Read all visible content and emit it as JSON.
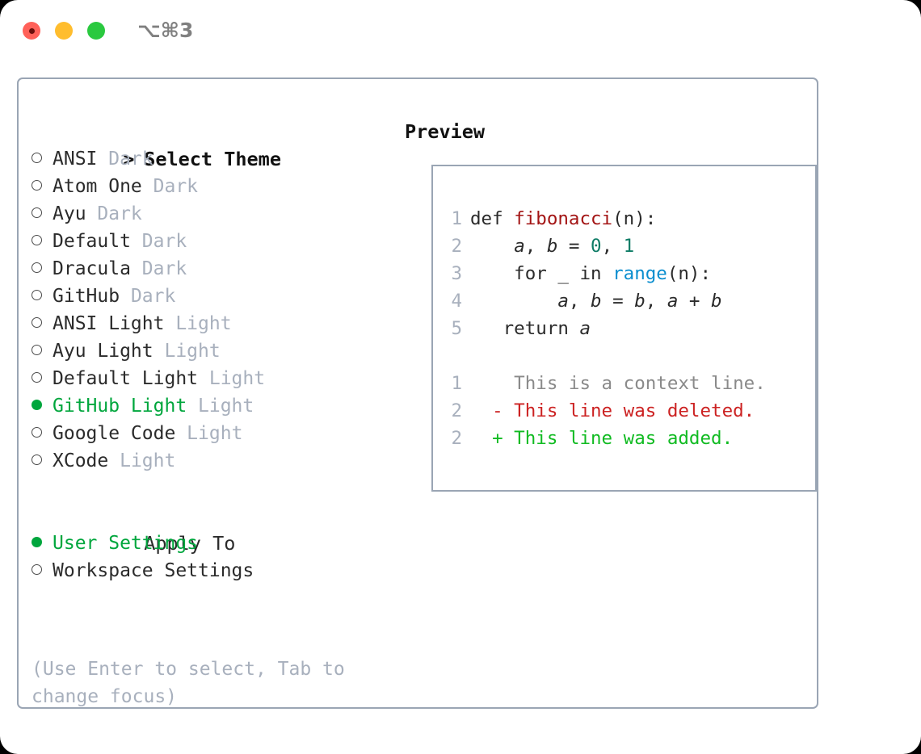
{
  "titlebar": {
    "shortcut": "⌥⌘3",
    "lights": [
      "close",
      "minimize",
      "zoom"
    ]
  },
  "theme_section": {
    "caret": ">",
    "heading": "Select Theme",
    "items": [
      {
        "name": "ANSI",
        "kind": "Dark",
        "selected": false
      },
      {
        "name": "Atom One",
        "kind": "Dark",
        "selected": false
      },
      {
        "name": "Ayu",
        "kind": "Dark",
        "selected": false
      },
      {
        "name": "Default",
        "kind": "Dark",
        "selected": false
      },
      {
        "name": "Dracula",
        "kind": "Dark",
        "selected": false
      },
      {
        "name": "GitHub",
        "kind": "Dark",
        "selected": false
      },
      {
        "name": "ANSI Light",
        "kind": "Light",
        "selected": false
      },
      {
        "name": "Ayu Light",
        "kind": "Light",
        "selected": false
      },
      {
        "name": "Default Light",
        "kind": "Light",
        "selected": false
      },
      {
        "name": "GitHub Light",
        "kind": "Light",
        "selected": true
      },
      {
        "name": "Google Code",
        "kind": "Light",
        "selected": false
      },
      {
        "name": "XCode",
        "kind": "Light",
        "selected": false
      }
    ]
  },
  "apply_section": {
    "heading": "Apply To",
    "items": [
      {
        "name": "User Settings",
        "selected": true
      },
      {
        "name": "Workspace Settings",
        "selected": false
      }
    ]
  },
  "hint": "(Use Enter to select, Tab to change focus)",
  "preview": {
    "title": "Preview",
    "code_lines": [
      {
        "n": "1",
        "tokens": [
          {
            "t": "def ",
            "c": "kw"
          },
          {
            "t": "fibonacci",
            "c": "fn"
          },
          {
            "t": "(n):",
            "c": "plain"
          }
        ]
      },
      {
        "n": "2",
        "tokens": [
          {
            "t": "    ",
            "c": "plain"
          },
          {
            "t": "a",
            "c": "var"
          },
          {
            "t": ", ",
            "c": "plain"
          },
          {
            "t": "b",
            "c": "var"
          },
          {
            "t": " = ",
            "c": "plain"
          },
          {
            "t": "0",
            "c": "num"
          },
          {
            "t": ", ",
            "c": "plain"
          },
          {
            "t": "1",
            "c": "num"
          }
        ]
      },
      {
        "n": "3",
        "tokens": [
          {
            "t": "    for _ in ",
            "c": "plain"
          },
          {
            "t": "range",
            "c": "call"
          },
          {
            "t": "(n):",
            "c": "plain"
          }
        ]
      },
      {
        "n": "4",
        "tokens": [
          {
            "t": "        ",
            "c": "plain"
          },
          {
            "t": "a",
            "c": "var"
          },
          {
            "t": ", ",
            "c": "plain"
          },
          {
            "t": "b",
            "c": "var"
          },
          {
            "t": " = ",
            "c": "plain"
          },
          {
            "t": "b",
            "c": "var"
          },
          {
            "t": ", ",
            "c": "plain"
          },
          {
            "t": "a",
            "c": "var"
          },
          {
            "t": " + ",
            "c": "plain"
          },
          {
            "t": "b",
            "c": "var"
          }
        ]
      },
      {
        "n": "5",
        "tokens": [
          {
            "t": "   return ",
            "c": "plain"
          },
          {
            "t": "a",
            "c": "var"
          }
        ]
      }
    ],
    "diff_lines": [
      {
        "n": "1",
        "sign": " ",
        "text": " This is a context line.",
        "c": "ctx"
      },
      {
        "n": "2",
        "sign": "-",
        "text": " This line was deleted.",
        "c": "del"
      },
      {
        "n": "2",
        "sign": "+",
        "text": " This line was added.",
        "c": "add"
      }
    ]
  },
  "colors": {
    "accent_green": "#00a63d",
    "muted": "#a8b0bd",
    "border": "#9aa5b4",
    "fn_red": "#a31515",
    "num_teal": "#0e7c66",
    "call_blue": "#0a8ecf",
    "diff_del": "#cc2222",
    "diff_add": "#11bb22"
  }
}
